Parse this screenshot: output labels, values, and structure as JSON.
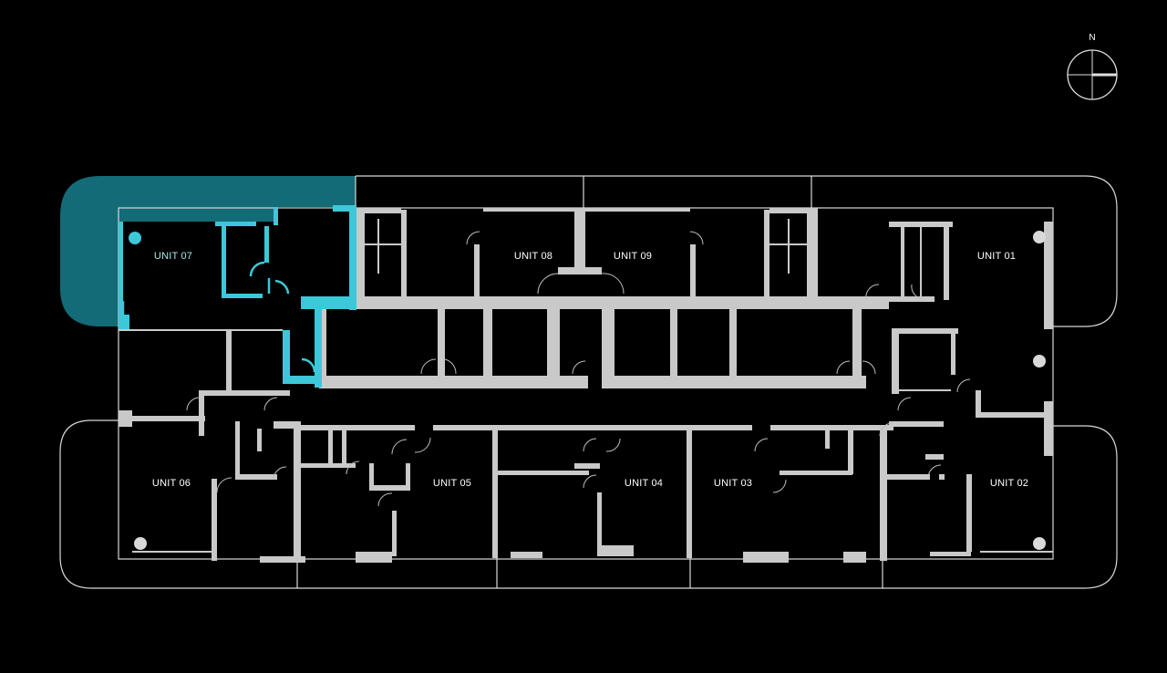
{
  "compass": {
    "label": "N"
  },
  "units": [
    {
      "id": "07",
      "label": "UNIT 07",
      "selected": true
    },
    {
      "id": "08",
      "label": "UNIT 08",
      "selected": false
    },
    {
      "id": "09",
      "label": "UNIT 09",
      "selected": false
    },
    {
      "id": "01",
      "label": "UNIT 01",
      "selected": false
    },
    {
      "id": "06",
      "label": "UNIT 06",
      "selected": false
    },
    {
      "id": "05",
      "label": "UNIT 05",
      "selected": false
    },
    {
      "id": "04",
      "label": "UNIT 04",
      "selected": false
    },
    {
      "id": "03",
      "label": "UNIT 03",
      "selected": false
    },
    {
      "id": "02",
      "label": "UNIT 02",
      "selected": false
    }
  ],
  "colors": {
    "background": "#000000",
    "highlight_fill": "#136b77",
    "highlight_wall": "#3cc8d8",
    "wall": "#c9c9c9",
    "outline": "#d8d8d8"
  }
}
